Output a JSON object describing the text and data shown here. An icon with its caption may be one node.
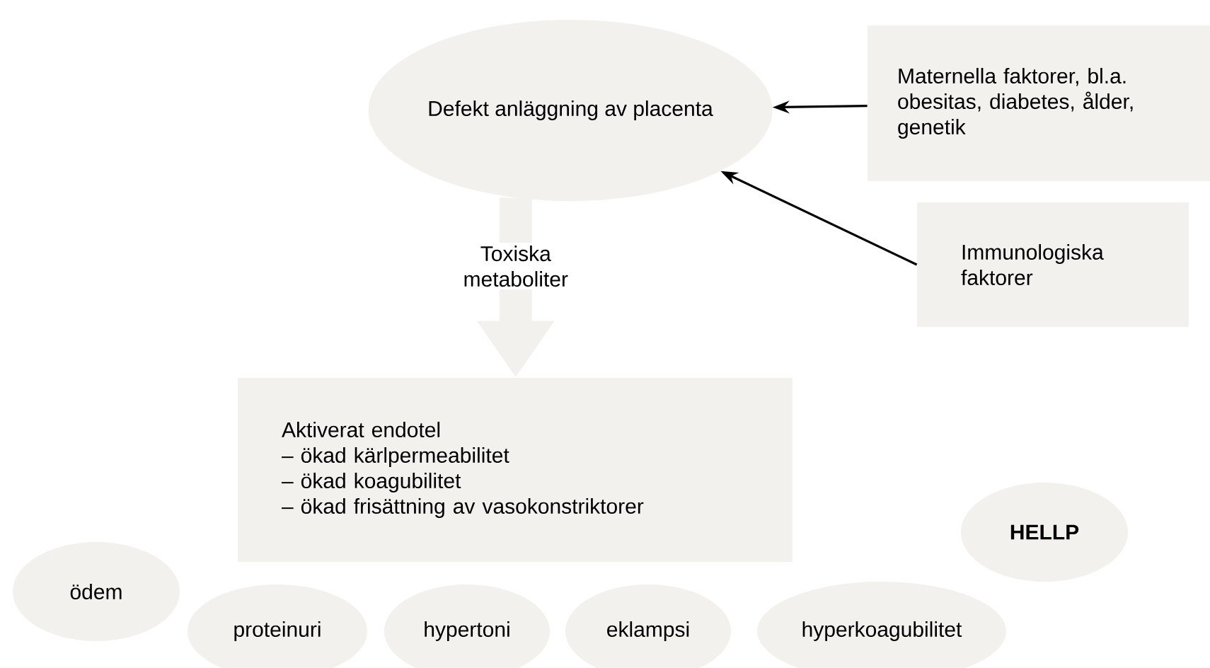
{
  "diagram": {
    "nodes": [
      {
        "text": [
          "Defekt anläggning av placenta"
        ]
      },
      {
        "text": [
          "Maternella faktorer, bl.a. obesitas, diabetes, ålder, genetik"
        ]
      },
      {
        "text": [
          "Immunologiska faktorer"
        ]
      },
      {
        "text": [
          "Aktiverat endotel",
          "– ökad kärlpermeabilitet",
          "– ökad koagubilitet",
          "– ökad frisättning av vasokonstriktorer"
        ]
      },
      {
        "text": [
          "ödem"
        ]
      },
      {
        "text": [
          "proteinuri"
        ]
      },
      {
        "text": [
          "hypertoni"
        ]
      },
      {
        "text": [
          "eklampsi"
        ]
      },
      {
        "text": [
          "hyperkoagubilitet"
        ]
      },
      {
        "text": [
          "HELLP"
        ]
      }
    ],
    "edges": [
      {
        "from": 1,
        "to": 0,
        "arrow": "to"
      },
      {
        "from": 2,
        "to": 0,
        "arrow": "to"
      },
      {
        "from": 0,
        "to": 3,
        "arrow": "to",
        "label": "Toxiska metaboliter",
        "style": "thick",
        "color": "#f3f1ed"
      }
    ]
  }
}
